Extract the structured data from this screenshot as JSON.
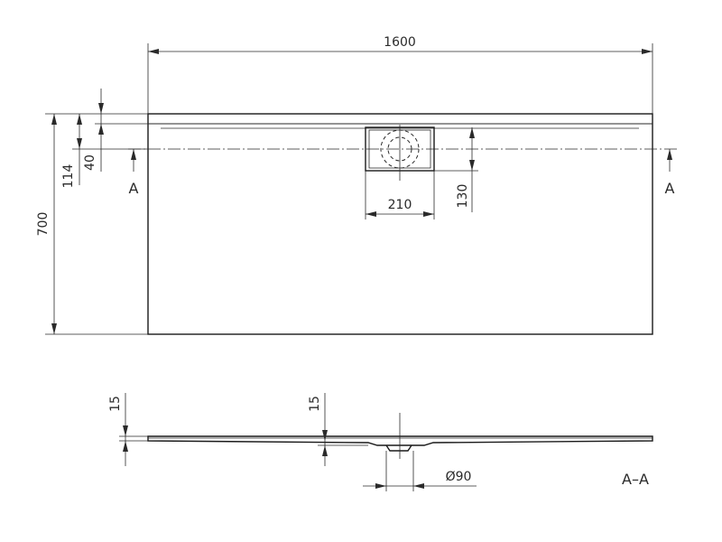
{
  "plan_view": {
    "dim_length": "1600",
    "dim_width": "700",
    "dim_114": "114",
    "dim_40": "40",
    "dim_drain_width": "210",
    "dim_drain_depth": "130",
    "section_mark_left": "A",
    "section_mark_right": "A"
  },
  "section_view": {
    "dim_edge_thickness": "15",
    "dim_center_thickness": "15",
    "dim_drain_diameter": "Ø90",
    "section_title": "A–A"
  }
}
